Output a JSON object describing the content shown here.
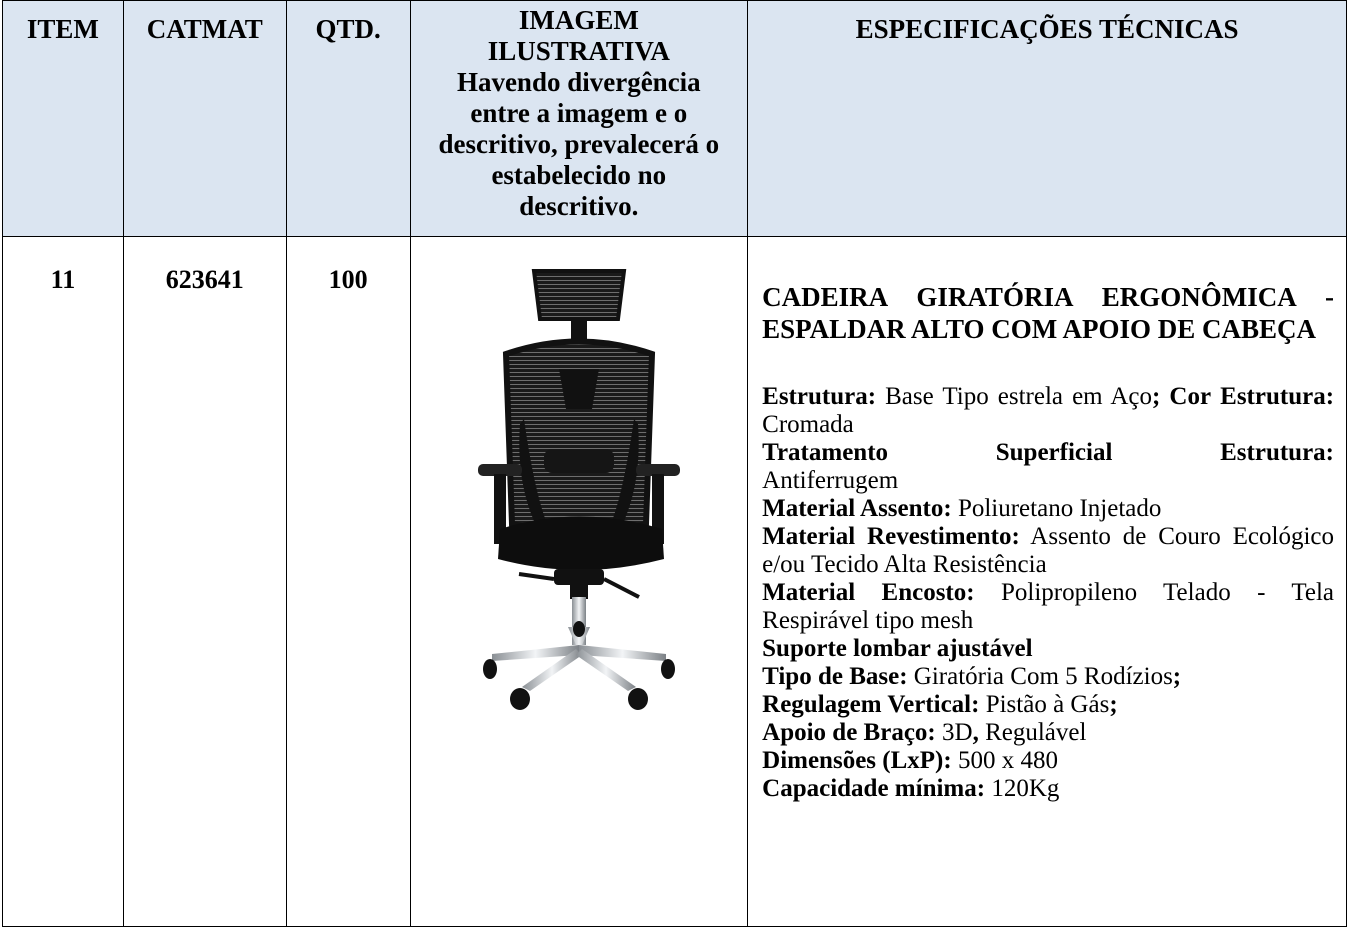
{
  "table": {
    "headers": {
      "item": "ITEM",
      "catmat": "CATMAT",
      "qtd": "QTD.",
      "imagem_l1": "IMAGEM",
      "imagem_l2": "ILUSTRATIVA",
      "imagem_l3": "Havendo divergência",
      "imagem_l4": "entre a imagem e o",
      "imagem_l5": "descritivo, prevalecerá o",
      "imagem_l6": "estabelecido no",
      "imagem_l7": "descritivo.",
      "spec": "ESPECIFICAÇÕES TÉCNICAS"
    },
    "row": {
      "item": "11",
      "catmat": "623641",
      "qtd": "100",
      "image_icon": "office-chair-image",
      "title": "CADEIRA GIRATÓRIA ERGONÔMICA - ESPALDAR ALTO COM APOIO DE CABEÇA",
      "specs": {
        "estrutura_label": "Estrutura:",
        "estrutura_value": "Base Tipo estrela em Aço",
        "semicolon": ";",
        "cor_label_a": "Cor",
        "cor_label_b": "Estrutura:",
        "cor_value": "Cromada",
        "trat_w1": "Tratamento",
        "trat_w2": "Superficial",
        "trat_w3": "Estrutura:",
        "trat_value": "Antiferrugem",
        "assento_label": "Material Assento:",
        "assento_value": "Poliuretano Injetado",
        "revest_label": "Material Revestimento:",
        "revest_value": "Assento de Couro Ecológico e/ou Tecido Alta Resistência",
        "encosto_label": "Material Encosto:",
        "encosto_value": "Polipropileno Telado - Tela Respirável tipo mesh",
        "lombar": "Suporte lombar ajustável",
        "base_label": "Tipo de Base:",
        "base_value": "Giratória Com 5 Rodízios",
        "base_semicolon": ";",
        "regul_label": "Regulagem Vertical:",
        "regul_value": "Pistão à Gás",
        "regul_semicolon": ";",
        "braco_label": "Apoio de Braço:",
        "braco_value": "3D",
        "braco_comma": ",",
        "braco_value2": "Regulável",
        "dim_label": "Dimensões (LxP):",
        "dim_value": "500 x 480",
        "cap_label": "Capacidade mínima:",
        "cap_value": "120Kg"
      }
    }
  }
}
